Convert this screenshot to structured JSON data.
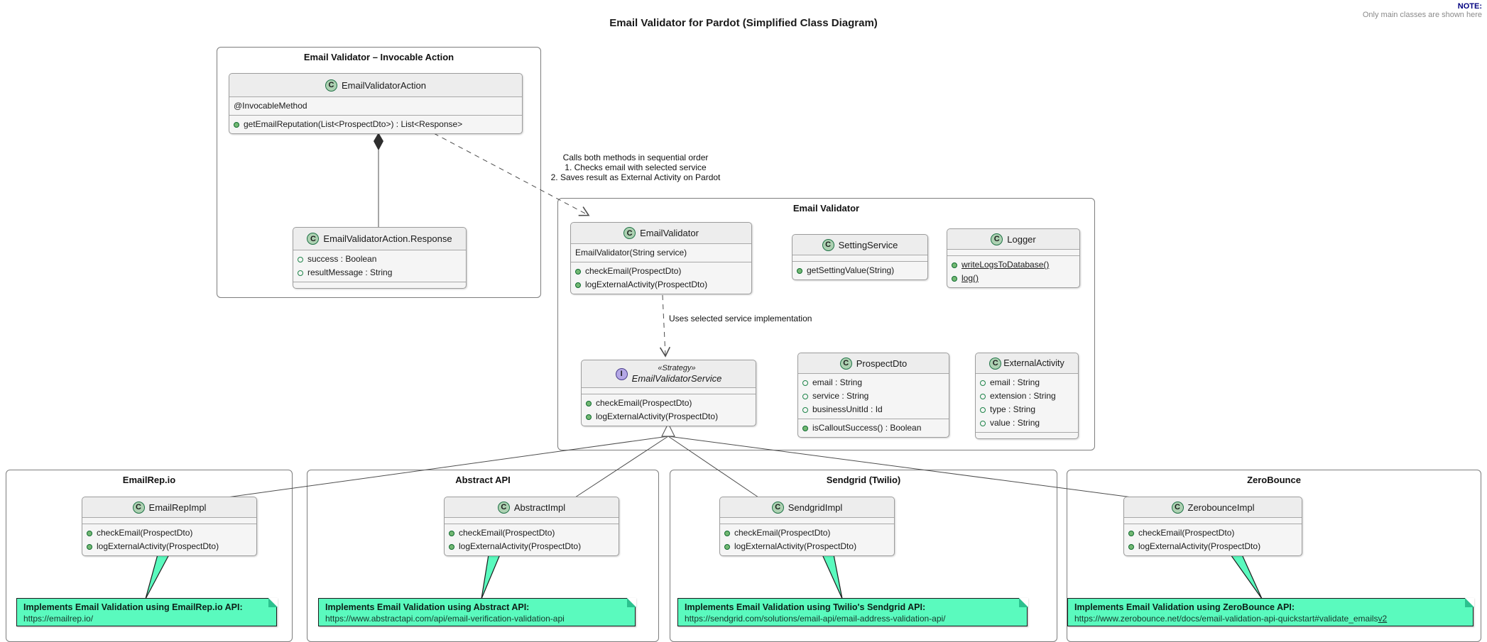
{
  "corner_note": {
    "heading": "NOTE:",
    "body": "Only main classes are shown here"
  },
  "title": "Email Validator for Pardot (Simplified Class Diagram)",
  "icons": {
    "class_letter": "C",
    "interface_letter": "I"
  },
  "colors": {
    "class_icon_fill": "#ADD1B2",
    "interface_icon_fill": "#B4A7E5",
    "note_fill": "#5AFABE",
    "corner_note_heading": "#000080",
    "edge": "#4D4D4D"
  },
  "packages": {
    "invocable": {
      "title": "Email Validator – Invocable Action"
    },
    "validator": {
      "title": "Email Validator"
    },
    "emailrep": {
      "title": "EmailRep.io"
    },
    "abstract": {
      "title": "Abstract API"
    },
    "sendgrid": {
      "title": "Sendgrid (Twilio)"
    },
    "zerobounce": {
      "title": "ZeroBounce"
    }
  },
  "classes": {
    "action": {
      "name": "EmailValidatorAction",
      "annotation": "@InvocableMethod",
      "methods": [
        "getEmailReputation(List<ProspectDto>) : List<Response>"
      ]
    },
    "response": {
      "name": "EmailValidatorAction.Response",
      "attrs": [
        "success : Boolean",
        "resultMessage : String"
      ]
    },
    "email_validator": {
      "name": "EmailValidator",
      "ctor": "EmailValidator(String service)",
      "methods": [
        "checkEmail(ProspectDto)",
        "logExternalActivity(ProspectDto)"
      ]
    },
    "setting_service": {
      "name": "SettingService",
      "methods": [
        "getSettingValue(String)"
      ]
    },
    "logger": {
      "name": "Logger",
      "methods": [
        "writeLogsToDatabase()",
        "log()"
      ]
    },
    "service_iface": {
      "stereotype": "«Strategy»",
      "name": "EmailValidatorService",
      "methods": [
        "checkEmail(ProspectDto)",
        "logExternalActivity(ProspectDto)"
      ]
    },
    "prospect_dto": {
      "name": "ProspectDto",
      "attrs": [
        "email : String",
        "service : String",
        "businessUnitId : Id"
      ],
      "methods": [
        "isCalloutSuccess() : Boolean"
      ]
    },
    "external_activity": {
      "name": "ExternalActivity",
      "attrs": [
        "email : String",
        "extension : String",
        "type : String",
        "value : String"
      ]
    },
    "emailrep_impl": {
      "name": "EmailRepImpl",
      "methods": [
        "checkEmail(ProspectDto)",
        "logExternalActivity(ProspectDto)"
      ]
    },
    "abstract_impl": {
      "name": "AbstractImpl",
      "methods": [
        "checkEmail(ProspectDto)",
        "logExternalActivity(ProspectDto)"
      ]
    },
    "sendgrid_impl": {
      "name": "SendgridImpl",
      "methods": [
        "checkEmail(ProspectDto)",
        "logExternalActivity(ProspectDto)"
      ]
    },
    "zerobounce_impl": {
      "name": "ZerobounceImpl",
      "methods": [
        "checkEmail(ProspectDto)",
        "logExternalActivity(ProspectDto)"
      ]
    }
  },
  "edges": {
    "action_to_validator": {
      "label_lines": [
        "Calls both methods in sequential order",
        "1. Checks email with selected service",
        "2. Saves result as External Activity on Pardot"
      ]
    },
    "validator_to_service": {
      "label": "Uses selected service implementation"
    }
  },
  "notes": {
    "emailrep": {
      "heading": "Implements Email Validation using EmailRep.io API:",
      "url": "https://emailrep.io/",
      "url_suffix": ""
    },
    "abstract": {
      "heading": "Implements Email Validation using Abstract API:",
      "url": "https://www.abstractapi.com/api/email-verification-validation-api",
      "url_suffix": ""
    },
    "sendgrid": {
      "heading": "Implements Email Validation using Twilio's Sendgrid API:",
      "url": "https://sendgrid.com/solutions/email-api/email-address-validation-api/",
      "url_suffix": ""
    },
    "zerobounce": {
      "heading": "Implements Email Validation using ZeroBounce API:",
      "url": "https://www.zerobounce.net/docs/email-validation-api-quickstart#validate_emails",
      "url_suffix": "v2"
    }
  }
}
